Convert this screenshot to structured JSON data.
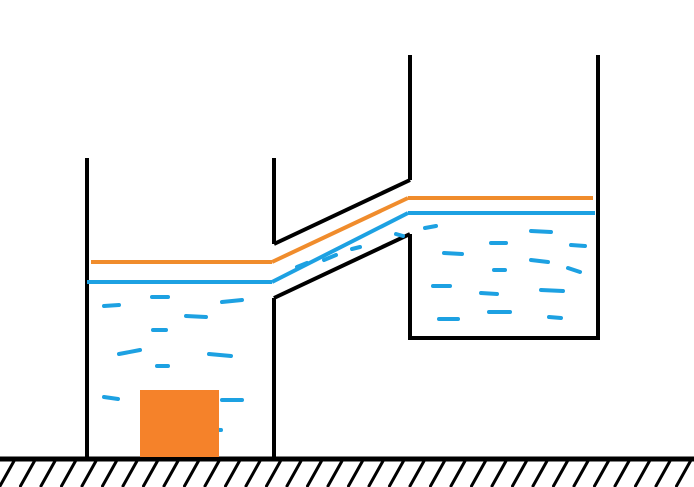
{
  "diagram": {
    "background": "#ffffff",
    "colors": {
      "outline": "#000000",
      "water": "#1da1e2",
      "level_line": "#f08c2c",
      "block": "#f5822a"
    },
    "components": [
      "left-tank",
      "right-tank",
      "connecting-pipe",
      "ground",
      "submerged-block"
    ]
  }
}
